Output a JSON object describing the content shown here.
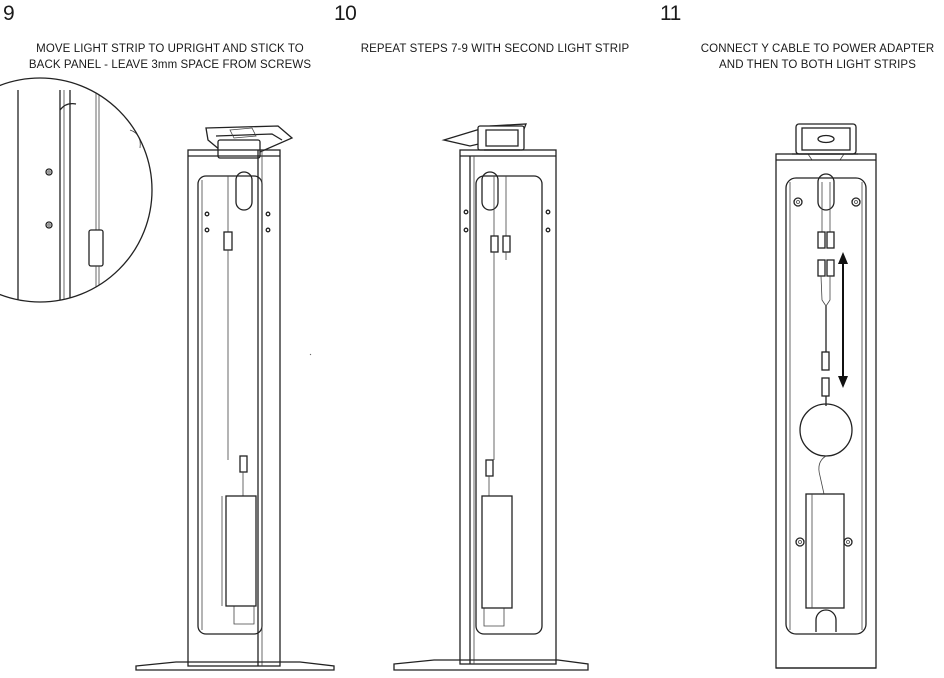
{
  "steps": [
    {
      "number": "9",
      "caption_line1": "MOVE LIGHT STRIP TO UPRIGHT AND STICK TO",
      "caption_line2": "BACK PANEL - LEAVE 3mm SPACE FROM SCREWS"
    },
    {
      "number": "10",
      "caption_line1": "REPEAT STEPS 7-9 WITH SECOND LIGHT STRIP",
      "caption_line2": ""
    },
    {
      "number": "11",
      "caption_line1": "CONNECT Y CABLE TO POWER ADAPTER",
      "caption_line2": "AND THEN TO BOTH LIGHT STRIPS"
    }
  ],
  "colors": {
    "background": "#ffffff",
    "line": "#222222",
    "text": "#1a1a1a"
  },
  "icons": [
    "detail-zoom-circle",
    "double-arrow-icon",
    "cable-loop"
  ]
}
